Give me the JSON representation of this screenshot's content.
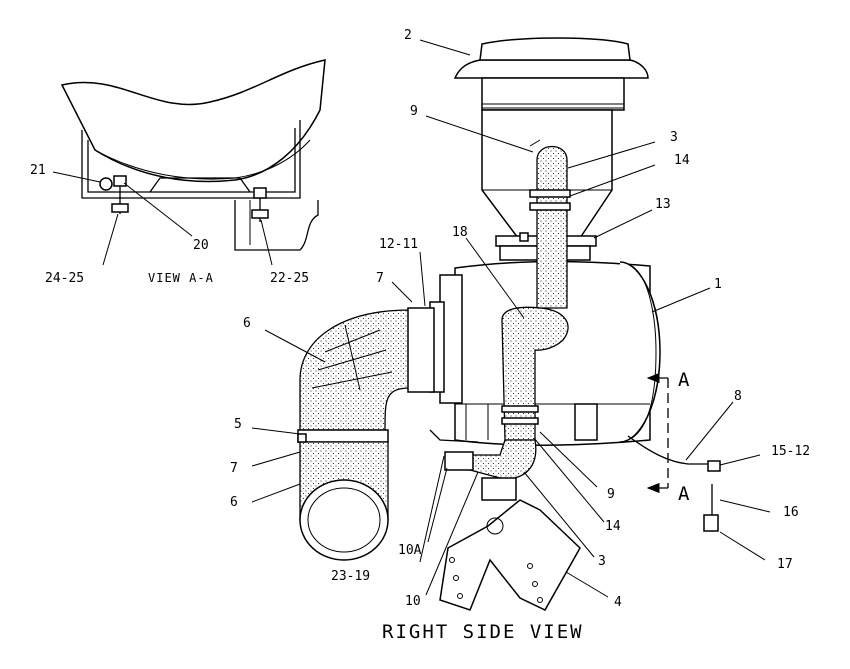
{
  "diagram": {
    "main_caption": "RIGHT SIDE VIEW",
    "detail_caption": "VIEW A-A",
    "section_marks": [
      "A",
      "A"
    ],
    "callouts": {
      "c1": "1",
      "c2": "2",
      "c3_top": "3",
      "c3_bottom": "3",
      "c4": "4",
      "c5": "5",
      "c6_top": "6",
      "c6_bottom": "6",
      "c7_top": "7",
      "c7_bottom": "7",
      "c8": "8",
      "c9_top": "9",
      "c9_bottom": "9",
      "c10": "10",
      "c10a": "10A",
      "c12_11": "12-11",
      "c13": "13",
      "c14_top": "14",
      "c14_bottom": "14",
      "c15_12": "15-12",
      "c16": "16",
      "c17": "17",
      "c18": "18",
      "c20": "20",
      "c21": "21",
      "c22_25": "22-25",
      "c23_19": "23-19",
      "c24_25": "24-25"
    }
  }
}
